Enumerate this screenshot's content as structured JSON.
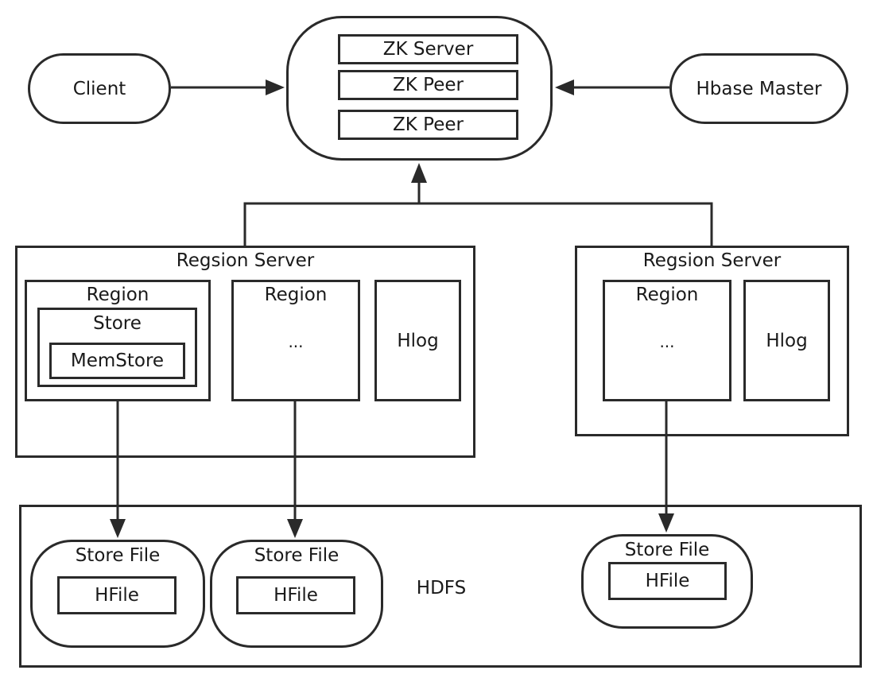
{
  "client": "Client",
  "master": "Hbase Master",
  "zk": {
    "server": "ZK Server",
    "peer1": "ZK Peer",
    "peer2": "ZK Peer"
  },
  "rs_left": {
    "title": "Regsion Server",
    "region1": {
      "title": "Region",
      "store": "Store",
      "memstore": "MemStore"
    },
    "region2": {
      "title": "Region",
      "content": "..."
    },
    "hlog": "Hlog"
  },
  "rs_right": {
    "title": "Regsion Server",
    "region": {
      "title": "Region",
      "content": "..."
    },
    "hlog": "Hlog"
  },
  "hdfs": {
    "label": "HDFS",
    "storefiles": [
      {
        "title": "Store File",
        "hfile": "HFile"
      },
      {
        "title": "Store File",
        "hfile": "HFile"
      },
      {
        "title": "Store File",
        "hfile": "HFile"
      }
    ]
  }
}
